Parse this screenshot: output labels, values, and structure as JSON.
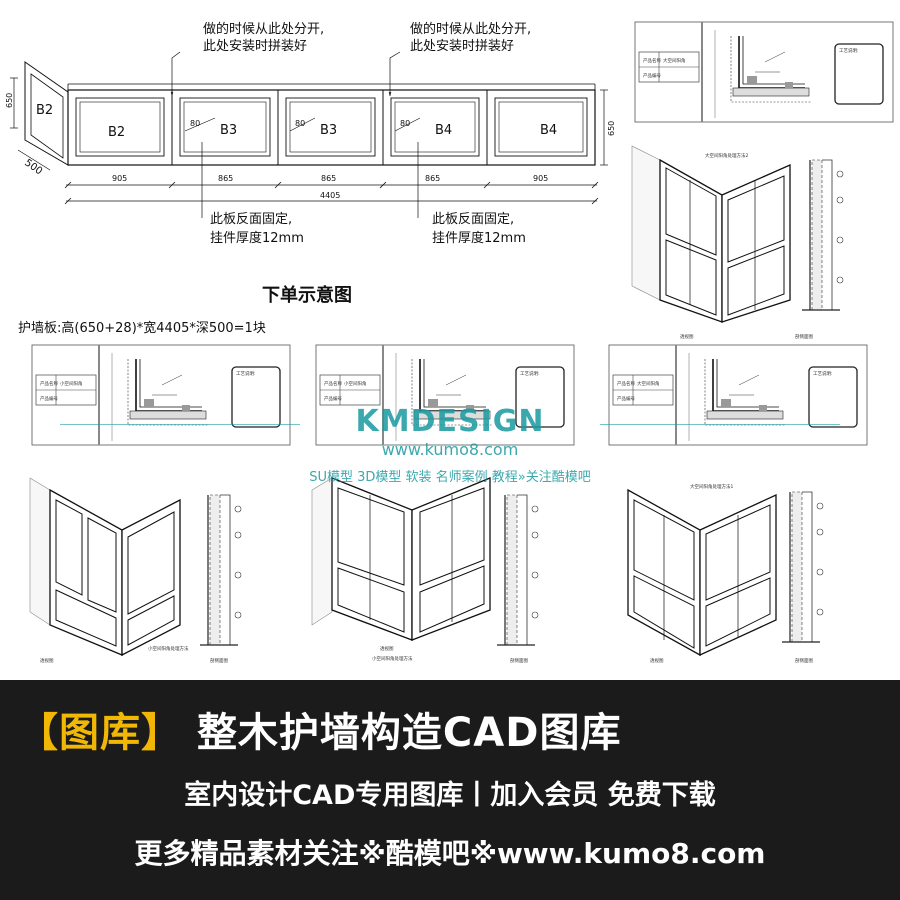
{
  "drawing": {
    "note_split_1": [
      "做的时候从此处分开,",
      "此处安装时拼装好"
    ],
    "note_split_2": [
      "做的时候从此处分开,",
      "此处安装时拼装好"
    ],
    "note_fix_1": [
      "此板反面固定,",
      "挂件厚度12mm"
    ],
    "note_fix_2": [
      "此板反面固定,",
      "挂件厚度12mm"
    ],
    "panel_labels": [
      "B2",
      "B2",
      "B3",
      "B3",
      "B4",
      "B4"
    ],
    "dim_80_labels": [
      "80",
      "80",
      "80"
    ],
    "dim_height_left": "650",
    "dim_height_right": "650",
    "dim_depth": "500",
    "dim_widths": [
      "905",
      "865",
      "865",
      "865",
      "905"
    ],
    "dim_total": "4405",
    "order_title": "下单示意图",
    "order_spec": "护墙板:高(650+28)*宽4405*深500=1块"
  },
  "detail_cards": {
    "product_name_label": "产品名称",
    "product_code_label": "产品编号",
    "card_names": [
      "大空间阳角",
      "小空间阳角",
      "小空间阳角",
      "大空间阳角"
    ],
    "process_label": "工艺说明:"
  },
  "perspectives": {
    "view_label": "透视图",
    "side_label": "剖侧面图",
    "methods": [
      "大空间阳角处理方法2",
      "小空间阳角处理方法",
      "小空间阳角处理方法",
      "大空间阳角处理方法1"
    ]
  },
  "watermark": {
    "brand": "KMDESIGN",
    "url": "www.kumo8.com",
    "tagline": "SU模型 3D模型 软装 名师案例 教程»关注酷模吧"
  },
  "footer": {
    "bracket_tag": "【图库】",
    "title": "整木护墙构造CAD图库",
    "subtitle": "室内设计CAD专用图库丨加入会员 免费下载",
    "more": "更多精品素材关注※酷模吧※www.kumo8.com"
  },
  "colors": {
    "background": "#1b1b1b",
    "accent": "#f2b705",
    "watermark": "#1a9aa0",
    "drawing_bg": "#ffffff"
  }
}
